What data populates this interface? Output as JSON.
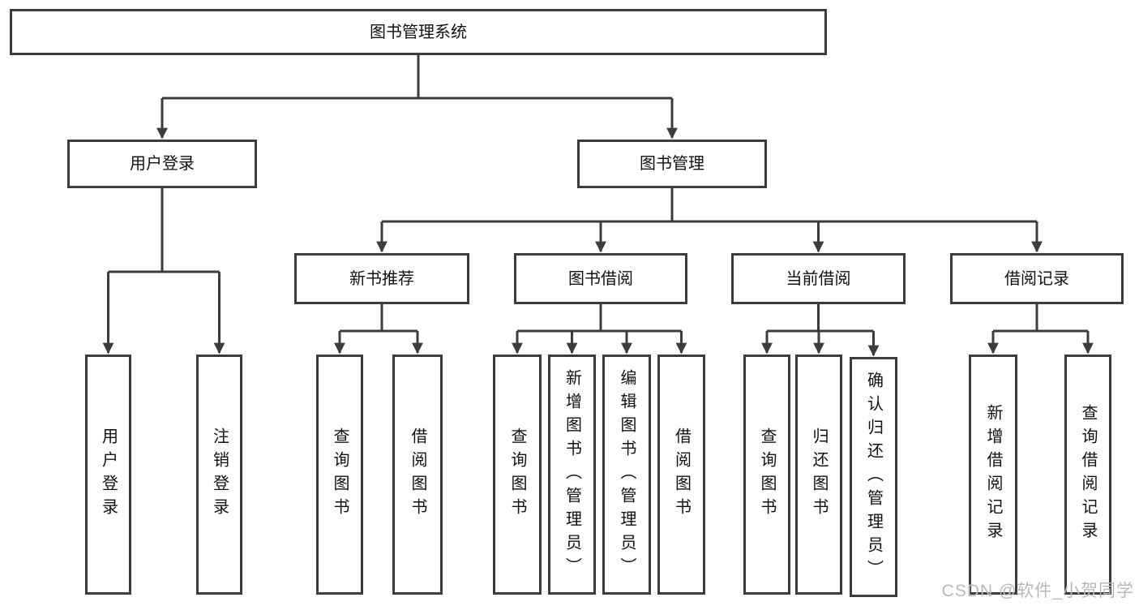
{
  "diagram_title": "图书管理系统",
  "nodes": {
    "root": "图书管理系统",
    "user_login": "用户登录",
    "book_mgmt": "图书管理",
    "new_book_rec": "新书推荐",
    "book_borrow": "图书借阅",
    "current_borrow": "当前借阅",
    "borrow_record": "借阅记录",
    "leaf_user_login": "用户登录",
    "leaf_logout": "注销登录",
    "leaf_query_book_1": "查询图书",
    "leaf_borrow_book_1": "借阅图书",
    "leaf_query_book_2": "查询图书",
    "leaf_add_book": "新增图书（管理员）",
    "leaf_edit_book": "编辑图书（管理员）",
    "leaf_borrow_book_2": "借阅图书",
    "leaf_query_book_3": "查询图书",
    "leaf_return_book": "归还图书",
    "leaf_confirm_return": "确认归还（管理员）",
    "leaf_add_record": "新增借阅记录",
    "leaf_query_record": "查询借阅记录"
  },
  "watermark": "CSDN @软件_小贺同学",
  "colors": {
    "line": "#3c3c3c",
    "box_border": "#3c3c3c",
    "text": "#111111",
    "watermark": "#b8b8b8",
    "background": "#ffffff"
  }
}
